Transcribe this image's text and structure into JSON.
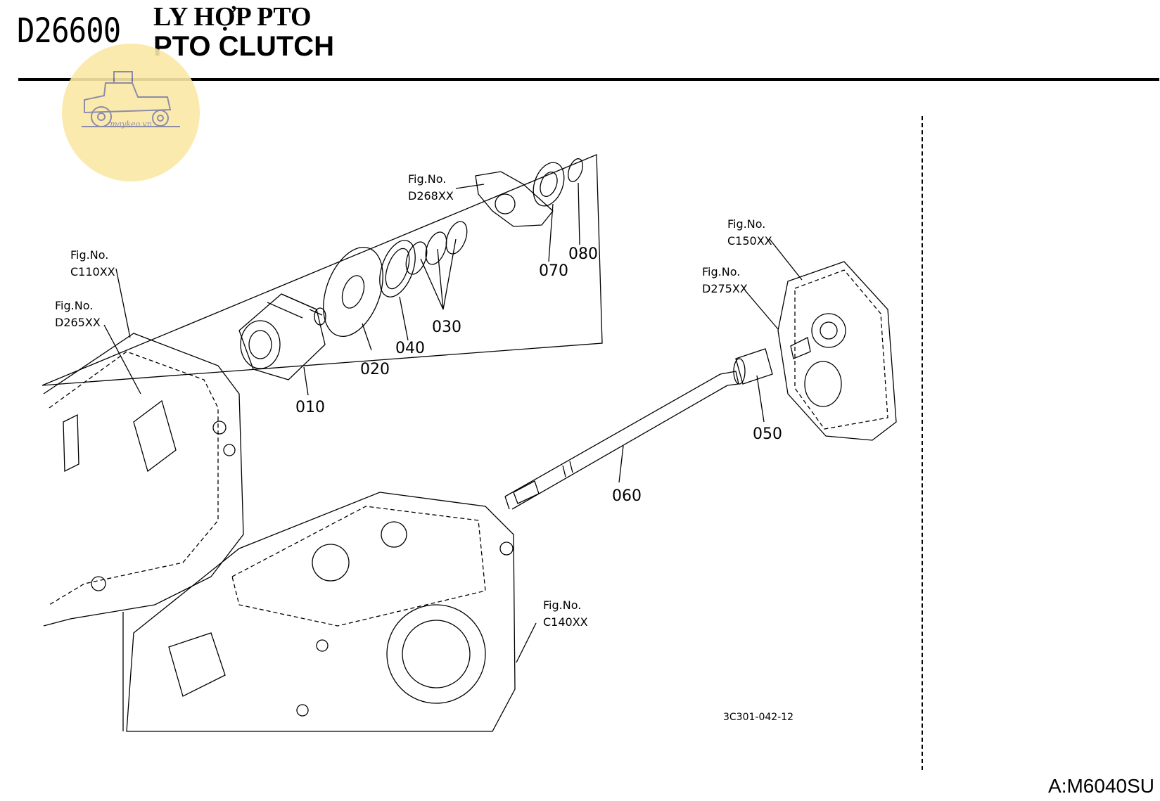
{
  "header": {
    "code": "D26600",
    "title_vi": "LY HỢP PTO",
    "title_en": "PTO CLUTCH"
  },
  "logo": {
    "text": "maykeo.vn",
    "icon": "tractor-icon",
    "color": "#fbe8a6"
  },
  "figure_refs": [
    {
      "label": "Fig.No.",
      "code": "C110XX"
    },
    {
      "label": "Fig.No.",
      "code": "D265XX"
    },
    {
      "label": "Fig.No.",
      "code": "D268XX"
    },
    {
      "label": "Fig.No.",
      "code": "C150XX"
    },
    {
      "label": "Fig.No.",
      "code": "D275XX"
    },
    {
      "label": "Fig.No.",
      "code": "C140XX"
    }
  ],
  "parts": [
    "010",
    "020",
    "030",
    "040",
    "050",
    "060",
    "070",
    "080"
  ],
  "drawing_id": "3C301-042-12",
  "model": "A:M6040SU"
}
